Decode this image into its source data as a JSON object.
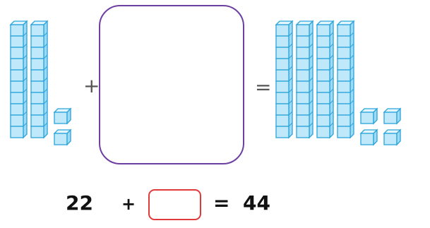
{
  "visual": {
    "left_operator": "+",
    "right_operator": "=",
    "left_group": {
      "tens": 2,
      "ones": 2
    },
    "right_group": {
      "tens": 4,
      "ones": 4
    }
  },
  "equation": {
    "first_addend": "22",
    "plus": "+",
    "equals": "=",
    "sum": "44"
  },
  "colors": {
    "block_fill": "#bfe9fb",
    "block_stroke": "#2aa4db",
    "answer_box_border": "#6f3fa0",
    "equation_box_border": "#e03a3a"
  }
}
